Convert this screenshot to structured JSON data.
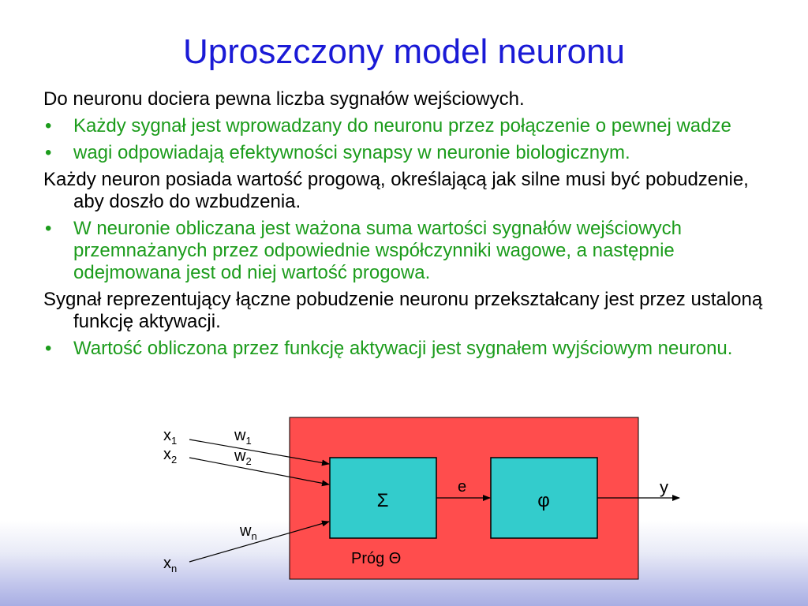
{
  "slide": {
    "title": "Uproszczony model neuronu",
    "items": [
      {
        "type": "paragraph",
        "text": "Do neuronu dociera pewna liczba sygnałów wejściowych."
      },
      {
        "type": "bullet",
        "marker": "•",
        "text": "Każdy sygnał jest wprowadzany do neuronu przez połączenie o pewnej wadze"
      },
      {
        "type": "bullet",
        "marker": "•",
        "text": "wagi odpowiadają efektywności synapsy w neuronie biologicznym."
      },
      {
        "type": "paragraph",
        "text": "Każdy neuron posiada wartość progową, określającą jak silne musi być pobudzenie, aby doszło do wzbudzenia."
      },
      {
        "type": "bullet",
        "marker": "•",
        "text": "W neuronie obliczana jest ważona suma wartości sygnałów wejściowych przemnażanych przez odpowiednie współczynniki wagowe, a następnie odejmowana jest od niej wartość progowa."
      },
      {
        "type": "paragraph",
        "text": "Sygnał reprezentujący łączne pobudzenie neuronu przekształcany jest przez ustaloną funkcję aktywacji."
      },
      {
        "type": "bullet",
        "marker": "•",
        "text": "Wartość obliczona przez funkcję aktywacji jest sygnałem wyjściowym neuronu."
      }
    ]
  },
  "diagram": {
    "inputs": [
      {
        "base": "x",
        "sub": "1"
      },
      {
        "base": "x",
        "sub": "2"
      },
      {
        "base": "x",
        "sub": "n"
      }
    ],
    "weights": [
      {
        "base": "w",
        "sub": "1"
      },
      {
        "base": "w",
        "sub": "2"
      },
      {
        "base": "w",
        "sub": "n"
      }
    ],
    "sum_symbol": "Σ",
    "activation_symbol": "φ",
    "signal_label": "e",
    "output_label": "y",
    "threshold_label": "Próg Θ",
    "colors": {
      "title": "#1a1ad6",
      "bullet_text": "#1c9c1c",
      "neuron_box": "#ff4d4d",
      "block_fill": "#33cccc"
    }
  }
}
